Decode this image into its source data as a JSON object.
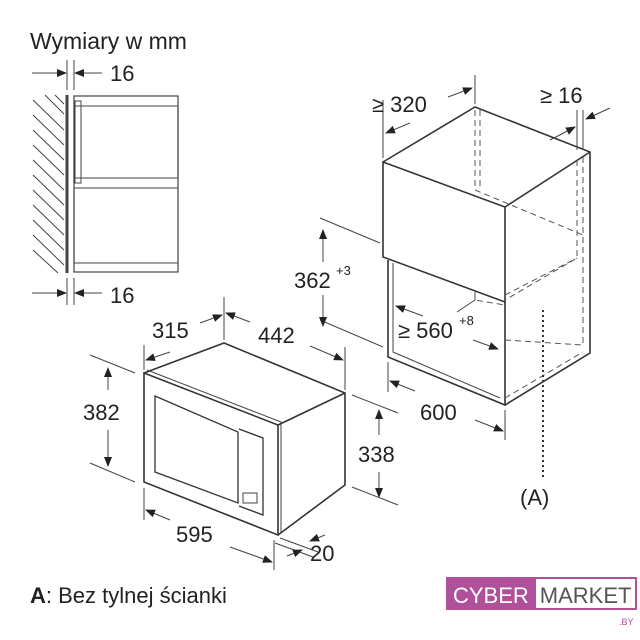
{
  "title": "Wymiary w mm",
  "side_view": {
    "top_gap": "16",
    "bottom_gap": "16"
  },
  "appliance": {
    "depth": "315",
    "width_side": "442",
    "front_height": "382",
    "body_height": "338",
    "front_width": "595",
    "frame_depth": "20"
  },
  "cabinet": {
    "min_depth": "≥ 320",
    "min_back": "≥ 16",
    "opening_height": "362",
    "opening_height_tol": "+3",
    "opening_width": "≥ 560",
    "opening_width_tol": "+8",
    "width": "600",
    "note_marker": "(A)"
  },
  "footnote": {
    "marker": "A",
    "text": ": Bez tylnej ścianki"
  },
  "logo": {
    "part1": "CYBER",
    "part2": "MARKET",
    "suffix": ".BY",
    "color": "#b0509a"
  }
}
